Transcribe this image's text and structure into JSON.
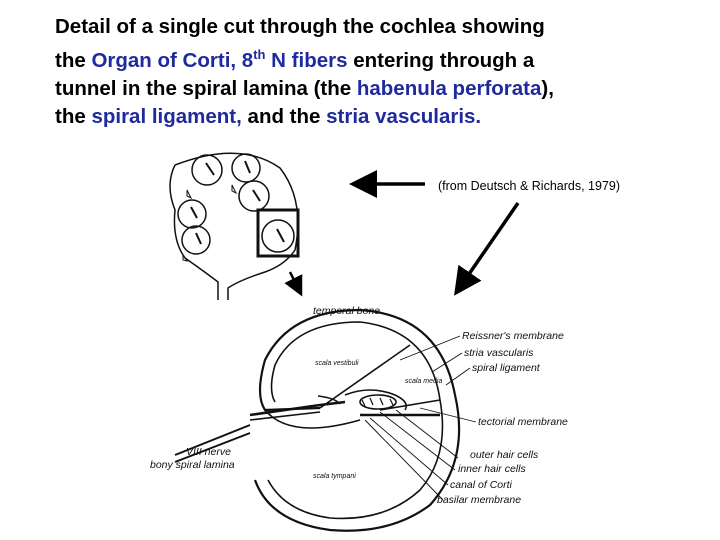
{
  "title": {
    "line1": "Detail of a single cut through the cochlea showing",
    "line2_pre": "the ",
    "organ_of_corti": "Organ of Corti,",
    "eighth_pre": " 8",
    "eighth_sup": "th",
    "eighth_post": " N fibers",
    "line2_post": " entering through a",
    "line3_pre": "tunnel in the spiral lamina (the ",
    "habenula": "habenula perforata",
    "line3_post": "),",
    "line4_pre": "the ",
    "spiral_ligament": "spiral ligament,",
    "line4_mid": " and the ",
    "stria": "stria vascularis."
  },
  "credit": "(from Deutsch & Richards, 1979)",
  "diagram_labels": {
    "temporal_bone": "temporal bone",
    "reissners": "Reissner's membrane",
    "stria_vascularis": "stria vascularis",
    "spiral_ligament": "spiral ligament",
    "tectorial": "tectorial membrane",
    "outer_hair": "outer hair cells",
    "inner_hair": "inner hair cells",
    "canal_corti": "canal of Corti",
    "basilar": "basilar membrane",
    "viii_nerve": "VIII nerve",
    "bony_lamina": "bony spiral lamina",
    "scala_vestibuli": "scala vestibuli",
    "scala_media": "scala media",
    "scala_tympani": "scala tympani"
  },
  "colors": {
    "accent_blue": "#1f2a9e"
  }
}
